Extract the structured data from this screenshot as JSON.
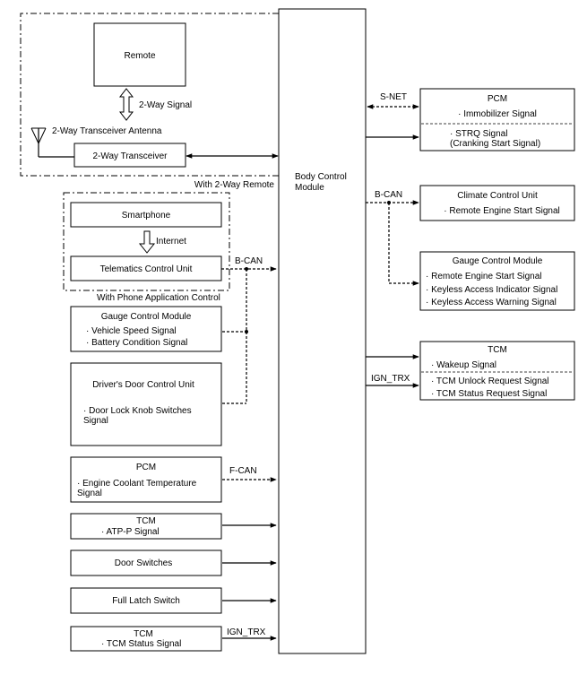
{
  "diagram": {
    "bcm_lines": [
      "Body Control",
      "Module"
    ],
    "remote": "Remote",
    "two_way_signal": "2-Way Signal",
    "antenna": "2-Way Transceiver Antenna",
    "transceiver": "2-Way Transceiver",
    "with_remote": "With 2-Way Remote",
    "smartphone": "Smartphone",
    "internet": "Internet",
    "telematics": "Telematics Control Unit",
    "with_phone": "With Phone Application Control",
    "bcan_left": "B-CAN",
    "gauge_left": {
      "title": "Gauge Control Module",
      "signals": [
        "· Vehicle Speed Signal",
        "· Battery Condition Signal"
      ]
    },
    "door_unit": {
      "title": "Driver's Door Control Unit",
      "signal_lines": [
        "· Door Lock Knob Switches",
        "Signal"
      ]
    },
    "pcm_left": {
      "title": "PCM",
      "signal_lines": [
        "· Engine Coolant Temperature",
        "Signal"
      ]
    },
    "fcan": "F-CAN",
    "tcm_atp": {
      "title": "TCM",
      "signal": "· ATP-P Signal"
    },
    "door_switches": "Door Switches",
    "full_latch": "Full Latch Switch",
    "tcm_status_left": {
      "title": "TCM",
      "signal": "· TCM Status Signal"
    },
    "ign_trx_left": "IGN_TRX",
    "snet": "S-NET",
    "pcm_right": {
      "title": "PCM",
      "immobilizer": "· Immobilizer Signal",
      "strq_lines": [
        "· STRQ Signal",
        "(Cranking Start Signal)"
      ]
    },
    "bcan_right": "B-CAN",
    "climate": {
      "title": "Climate Control Unit",
      "signal": "· Remote Engine Start Signal"
    },
    "gauge_right": {
      "title": "Gauge Control Module",
      "signals": [
        "· Remote Engine Start Signal",
        "· Keyless Access Indicator Signal",
        "· Keyless Access Warning Signal"
      ]
    },
    "tcm_right": {
      "title": "TCM",
      "wakeup": "· Wakeup Signal",
      "signals": [
        "· TCM Unlock Request Signal",
        "· TCM Status Request Signal"
      ]
    },
    "ign_trx_right": "IGN_TRX"
  }
}
